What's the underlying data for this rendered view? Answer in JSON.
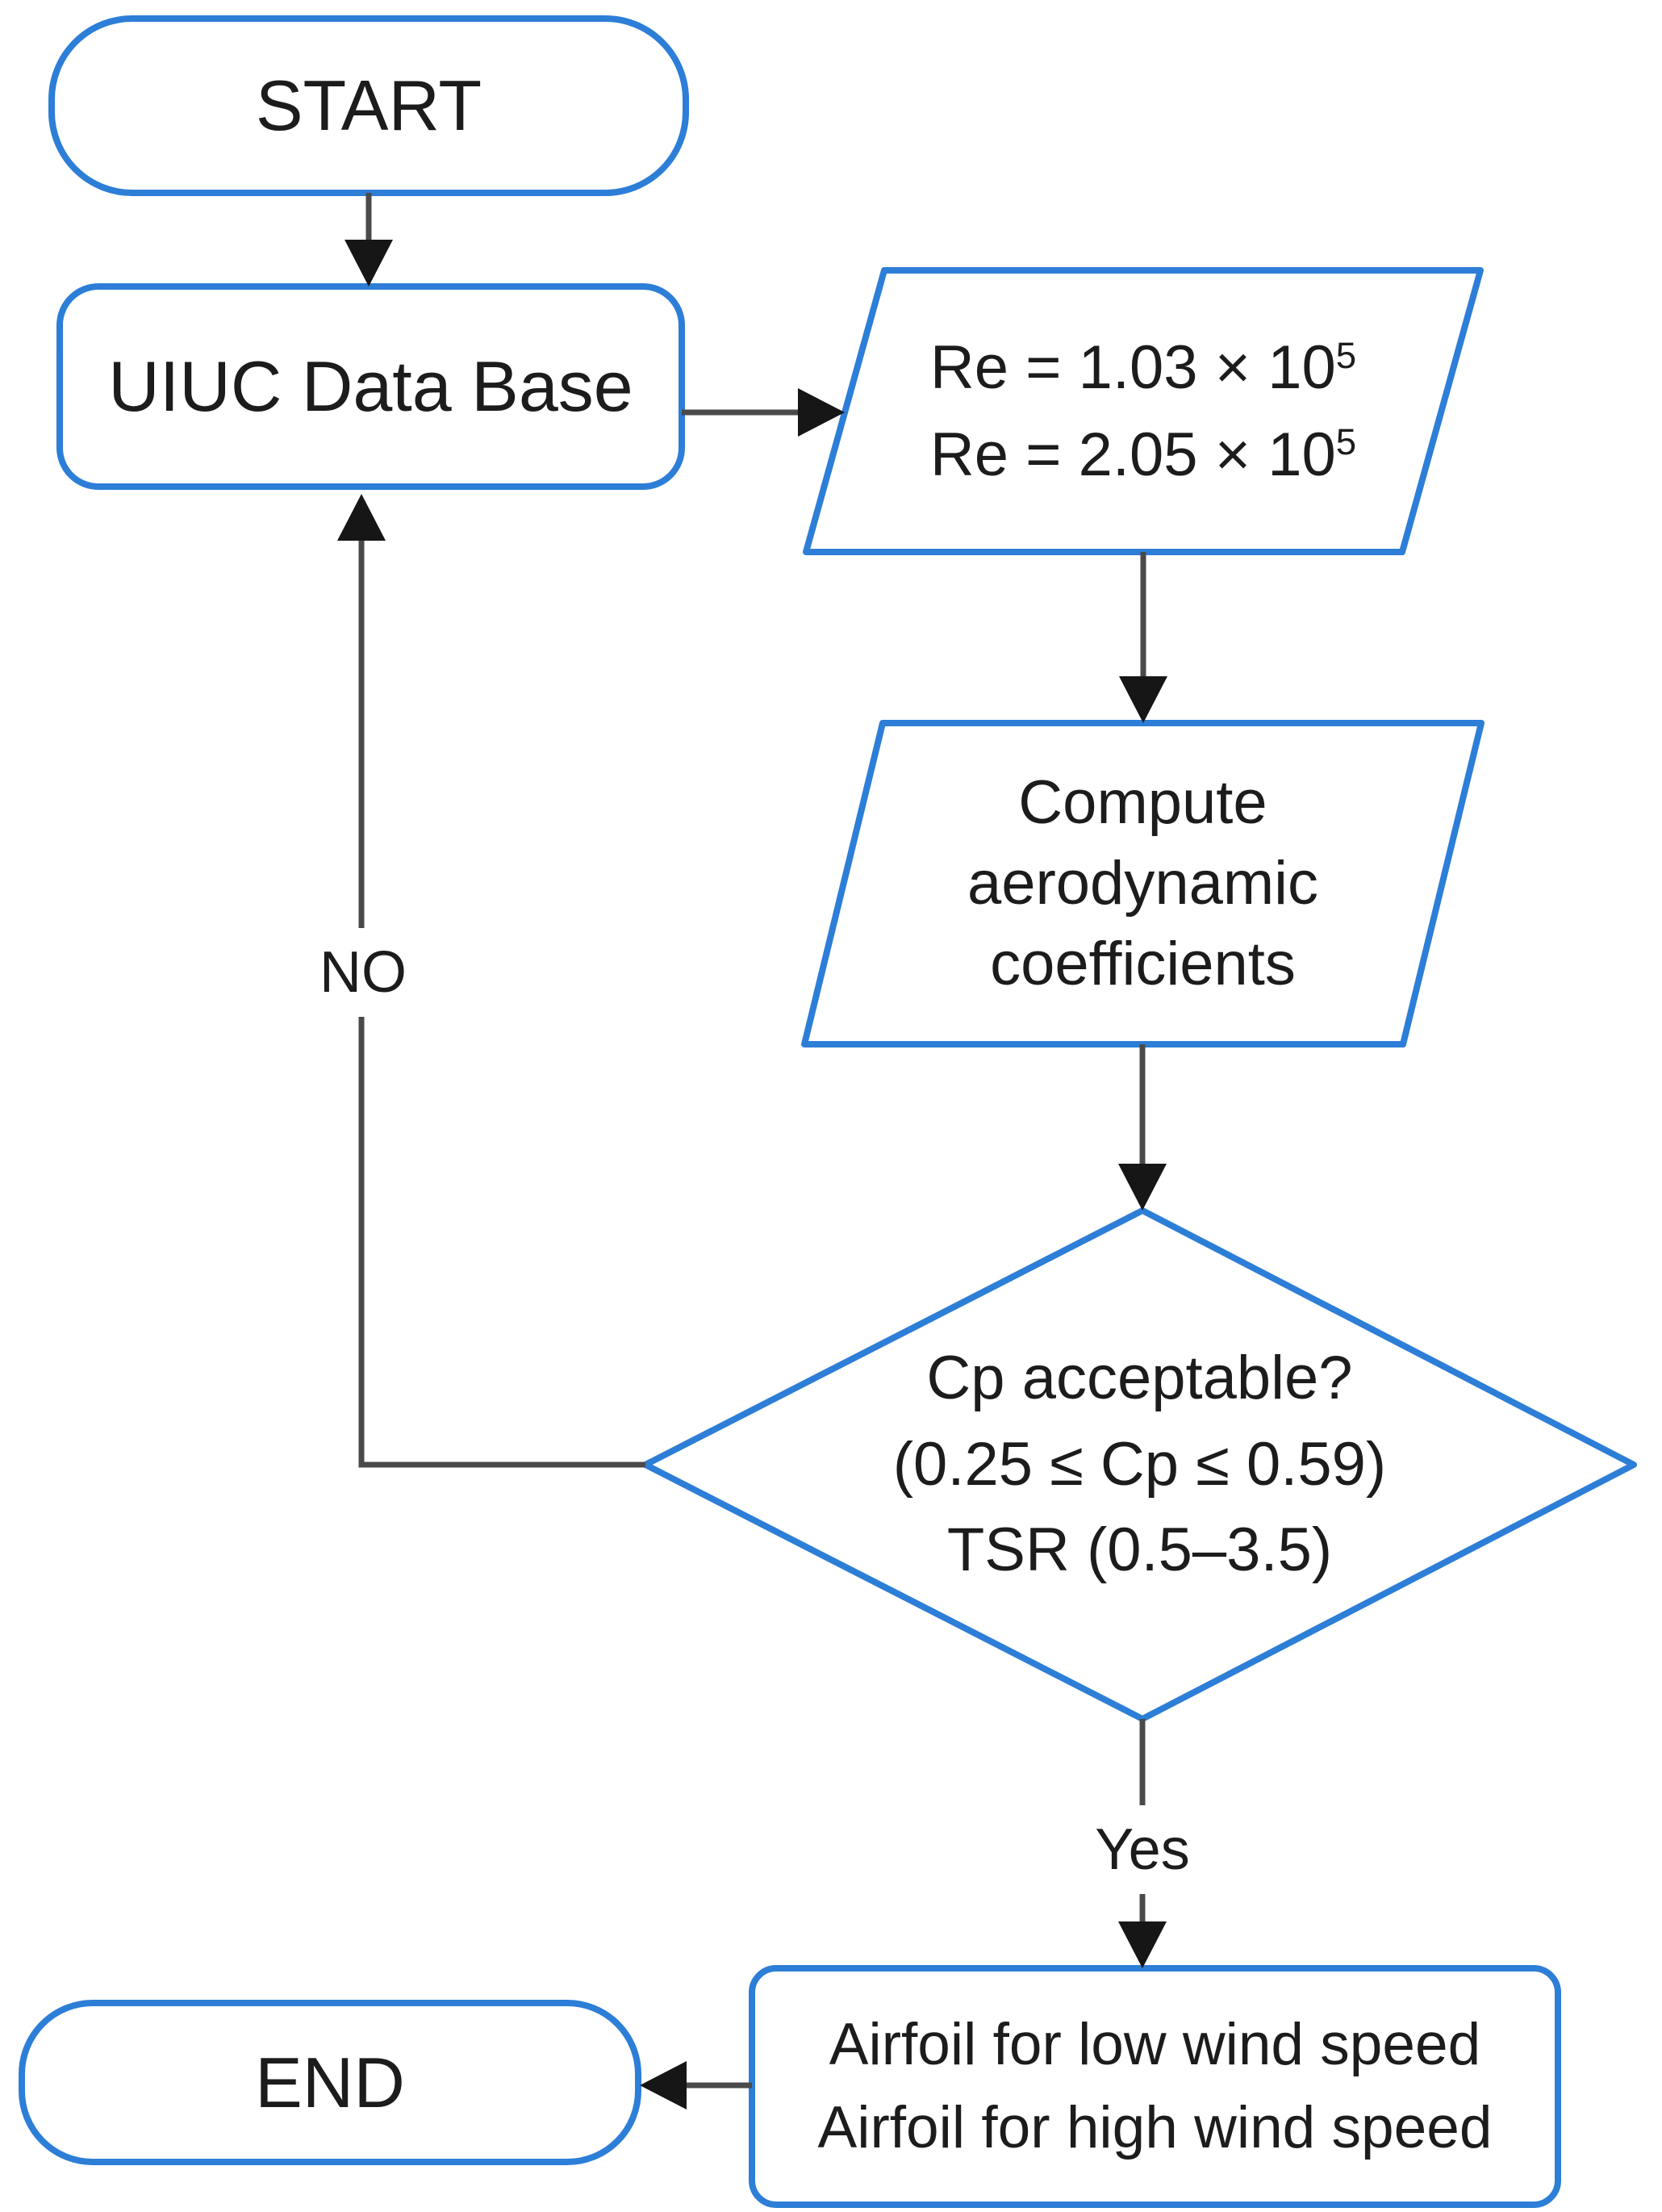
{
  "diagram": {
    "colors": {
      "shape_border": "#2d7ed7",
      "arrow_line": "#4a4a4a",
      "arrow_head": "#161616",
      "text": "#1c1c1c",
      "background": "#ffffff"
    },
    "nodes": {
      "start": {
        "label": "START"
      },
      "uiuc_database": {
        "label": "UIUC Data Base"
      },
      "reynolds_input": {
        "lines": [
          {
            "base": "Re = 1.03 × 10",
            "sup": "5"
          },
          {
            "base": "Re = 2.05 × 10",
            "sup": "5"
          }
        ]
      },
      "compute_coefficients": {
        "lines": [
          "Compute",
          "aerodynamic",
          "coefficients"
        ]
      },
      "cp_decision": {
        "lines": [
          "Cp acceptable?",
          "(0.25 ≤ Cp ≤ 0.59)",
          "TSR (0.5–3.5)"
        ]
      },
      "airfoil_result": {
        "lines": [
          "Airfoil for low wind speed",
          "Airfoil for high wind speed"
        ]
      },
      "end": {
        "label": "END"
      }
    },
    "edge_labels": {
      "no": "NO",
      "yes": "Yes"
    }
  }
}
